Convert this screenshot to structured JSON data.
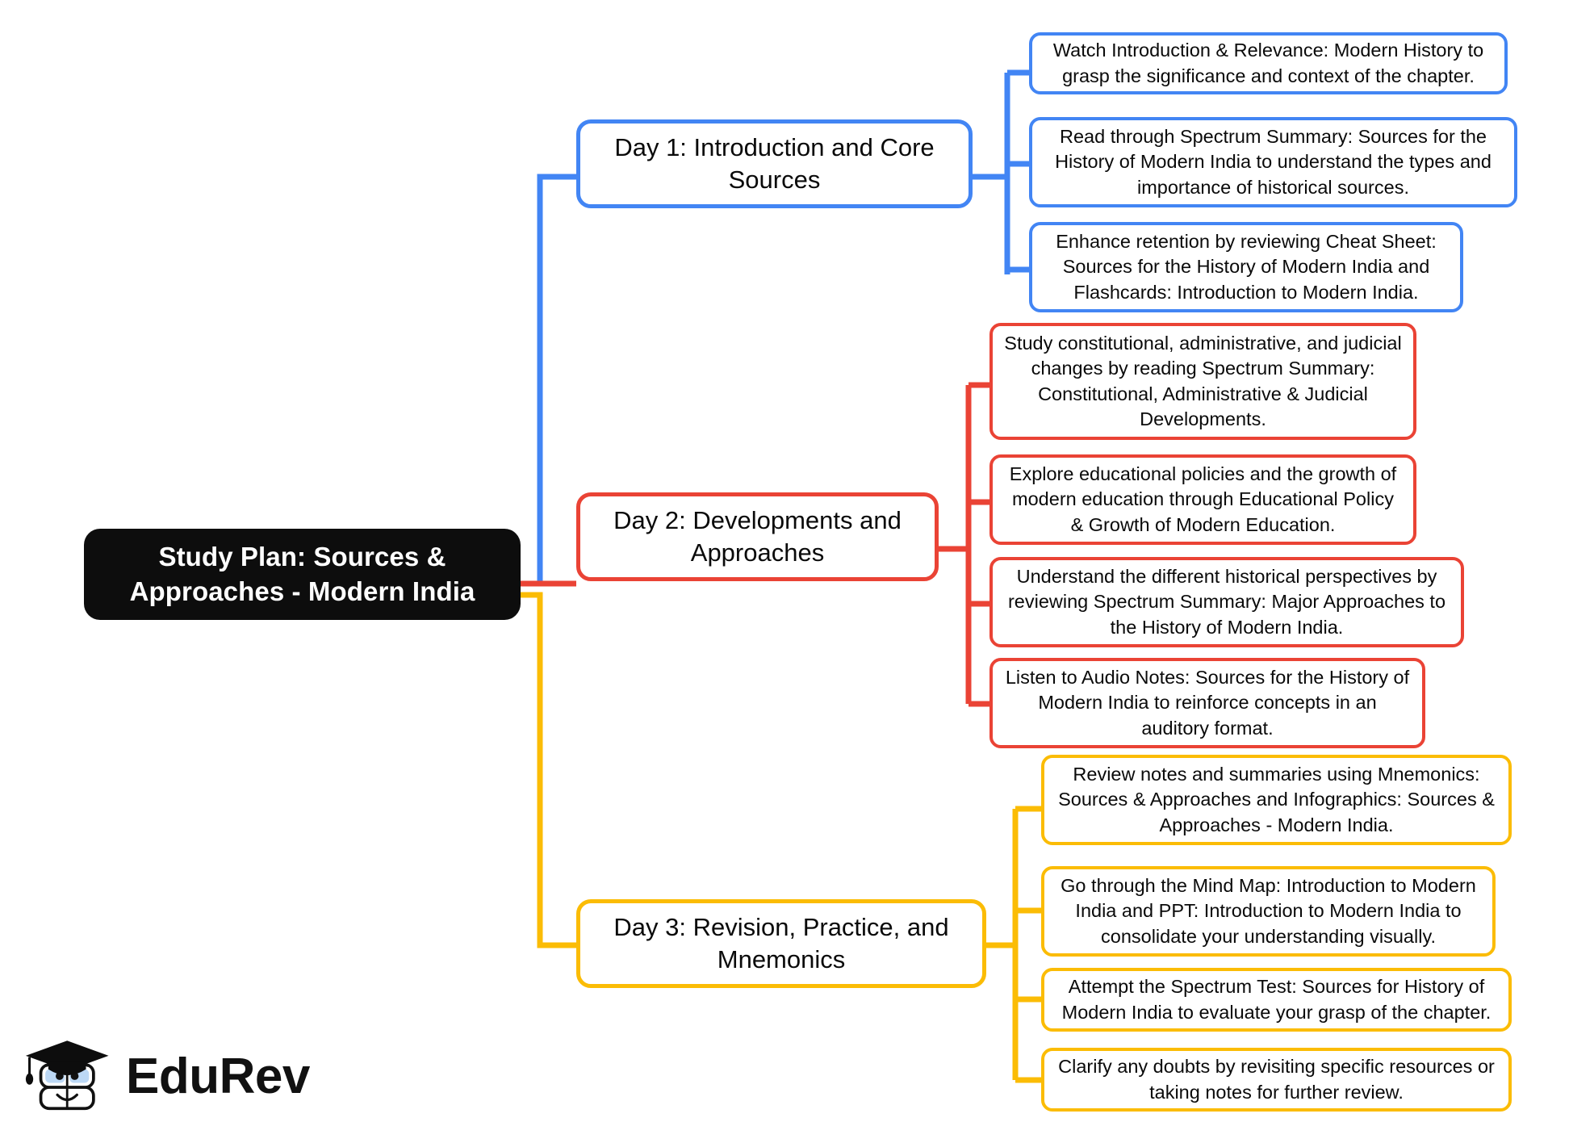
{
  "diagram": {
    "type": "mindmap",
    "title": "Study Plan: Sources & Approaches - Modern India",
    "colors": {
      "root_background": "#0d0d0d",
      "root_text": "#ffffff",
      "day1": "#4285f4",
      "day2": "#ea4335",
      "day3": "#fbbc05",
      "node_background": "#ffffff",
      "node_text": "#0a0a0a",
      "canvas": "#ffffff"
    },
    "root": {
      "label": "Study Plan: Sources & Approaches - Modern India"
    },
    "branches": [
      {
        "id": "day1",
        "label": "Day 1: Introduction and Core Sources",
        "color": "#4285f4",
        "items": [
          {
            "text": "Watch Introduction & Relevance: Modern History to grasp the significance and context of the chapter."
          },
          {
            "text": "Read through Spectrum Summary: Sources for the History of Modern India to understand the types and importance of historical sources."
          },
          {
            "text": "Enhance retention by reviewing Cheat Sheet: Sources for the History of Modern India and Flashcards: Introduction to Modern India."
          }
        ]
      },
      {
        "id": "day2",
        "label": "Day 2: Developments and Approaches",
        "color": "#ea4335",
        "items": [
          {
            "text": "Study constitutional, administrative, and judicial changes by reading Spectrum Summary: Constitutional, Administrative & Judicial Developments."
          },
          {
            "text": "Explore educational policies and the growth of modern education through Educational Policy & Growth of Modern Education."
          },
          {
            "text": "Understand the different historical perspectives by reviewing Spectrum Summary: Major Approaches to the History of Modern India."
          },
          {
            "text": "Listen to Audio Notes: Sources for the History of Modern India to reinforce concepts in an auditory format."
          }
        ]
      },
      {
        "id": "day3",
        "label": "Day 3: Revision, Practice, and Mnemonics",
        "color": "#fbbc05",
        "items": [
          {
            "text": "Review notes and summaries using Mnemonics: Sources & Approaches and Infographics: Sources & Approaches - Modern India."
          },
          {
            "text": "Go through the Mind Map: Introduction to Modern India and PPT: Introduction to Modern India to consolidate your understanding visually."
          },
          {
            "text": "Attempt the Spectrum Test: Sources for History of Modern India to evaluate your grasp of the chapter."
          },
          {
            "text": "Clarify any doubts by revisiting specific resources or taking notes for further review."
          }
        ]
      }
    ]
  },
  "branding": {
    "logo_name": "edurev-logo",
    "wordmark": "EduRev",
    "icon_name": "graduation-cap-book-mascot-icon",
    "glasses_color": "#bcd8f5"
  }
}
